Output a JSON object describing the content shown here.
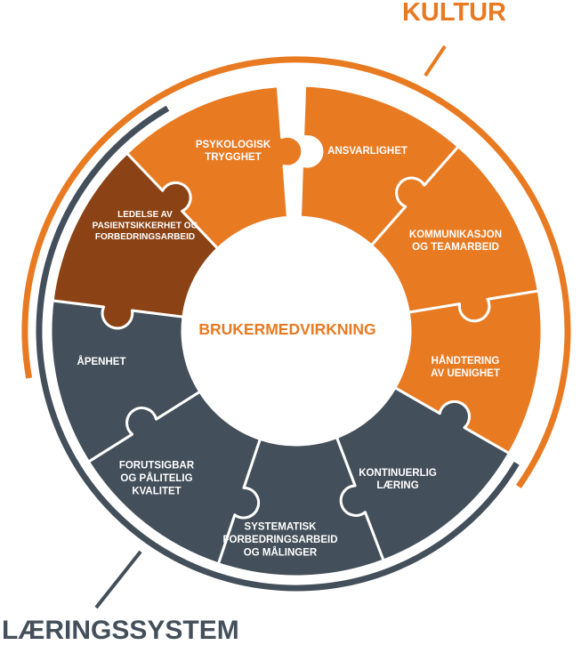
{
  "diagram": {
    "outer_label_top": "KULTUR",
    "outer_label_bottom": "LÆRINGSSYSTEM",
    "center_label": "BRUKERMEDVIRKNING",
    "colors": {
      "orange": "#e87a22",
      "dark_slate": "#434f5a",
      "brown": "#8b4315",
      "white": "#ffffff"
    },
    "segments": [
      {
        "id": "ansvarlighet",
        "color": "orange",
        "lines": [
          "ANSVARLIGHET"
        ]
      },
      {
        "id": "kommunikasjon",
        "color": "orange",
        "lines": [
          "KOMMUNIKASJON",
          "OG TEAMARBEID"
        ]
      },
      {
        "id": "handtering",
        "color": "orange",
        "lines": [
          "HÅNDTERING",
          "AV UENIGHET"
        ]
      },
      {
        "id": "kontinuerlig",
        "color": "dark_slate",
        "lines": [
          "KONTINUERLIG",
          "LÆRING"
        ]
      },
      {
        "id": "systematisk",
        "color": "dark_slate",
        "lines": [
          "SYSTEMATISK",
          "FORBEDRINGSARBEID",
          "OG MÅLINGER"
        ]
      },
      {
        "id": "forutsigbar",
        "color": "dark_slate",
        "lines": [
          "FORUTSIGBAR",
          "OG PÅLITELIG",
          "KVALITET"
        ]
      },
      {
        "id": "apenhet",
        "color": "dark_slate",
        "lines": [
          "ÅPENHET"
        ]
      },
      {
        "id": "ledelse",
        "color": "brown",
        "lines": [
          "LEDELSE AV",
          "PASIENTSIKKERHET OG",
          "FORBEDRINGSARBEID"
        ]
      },
      {
        "id": "psykologisk",
        "color": "orange",
        "lines": [
          "PSYKOLOGISK",
          "TRYGGHET"
        ]
      }
    ]
  }
}
